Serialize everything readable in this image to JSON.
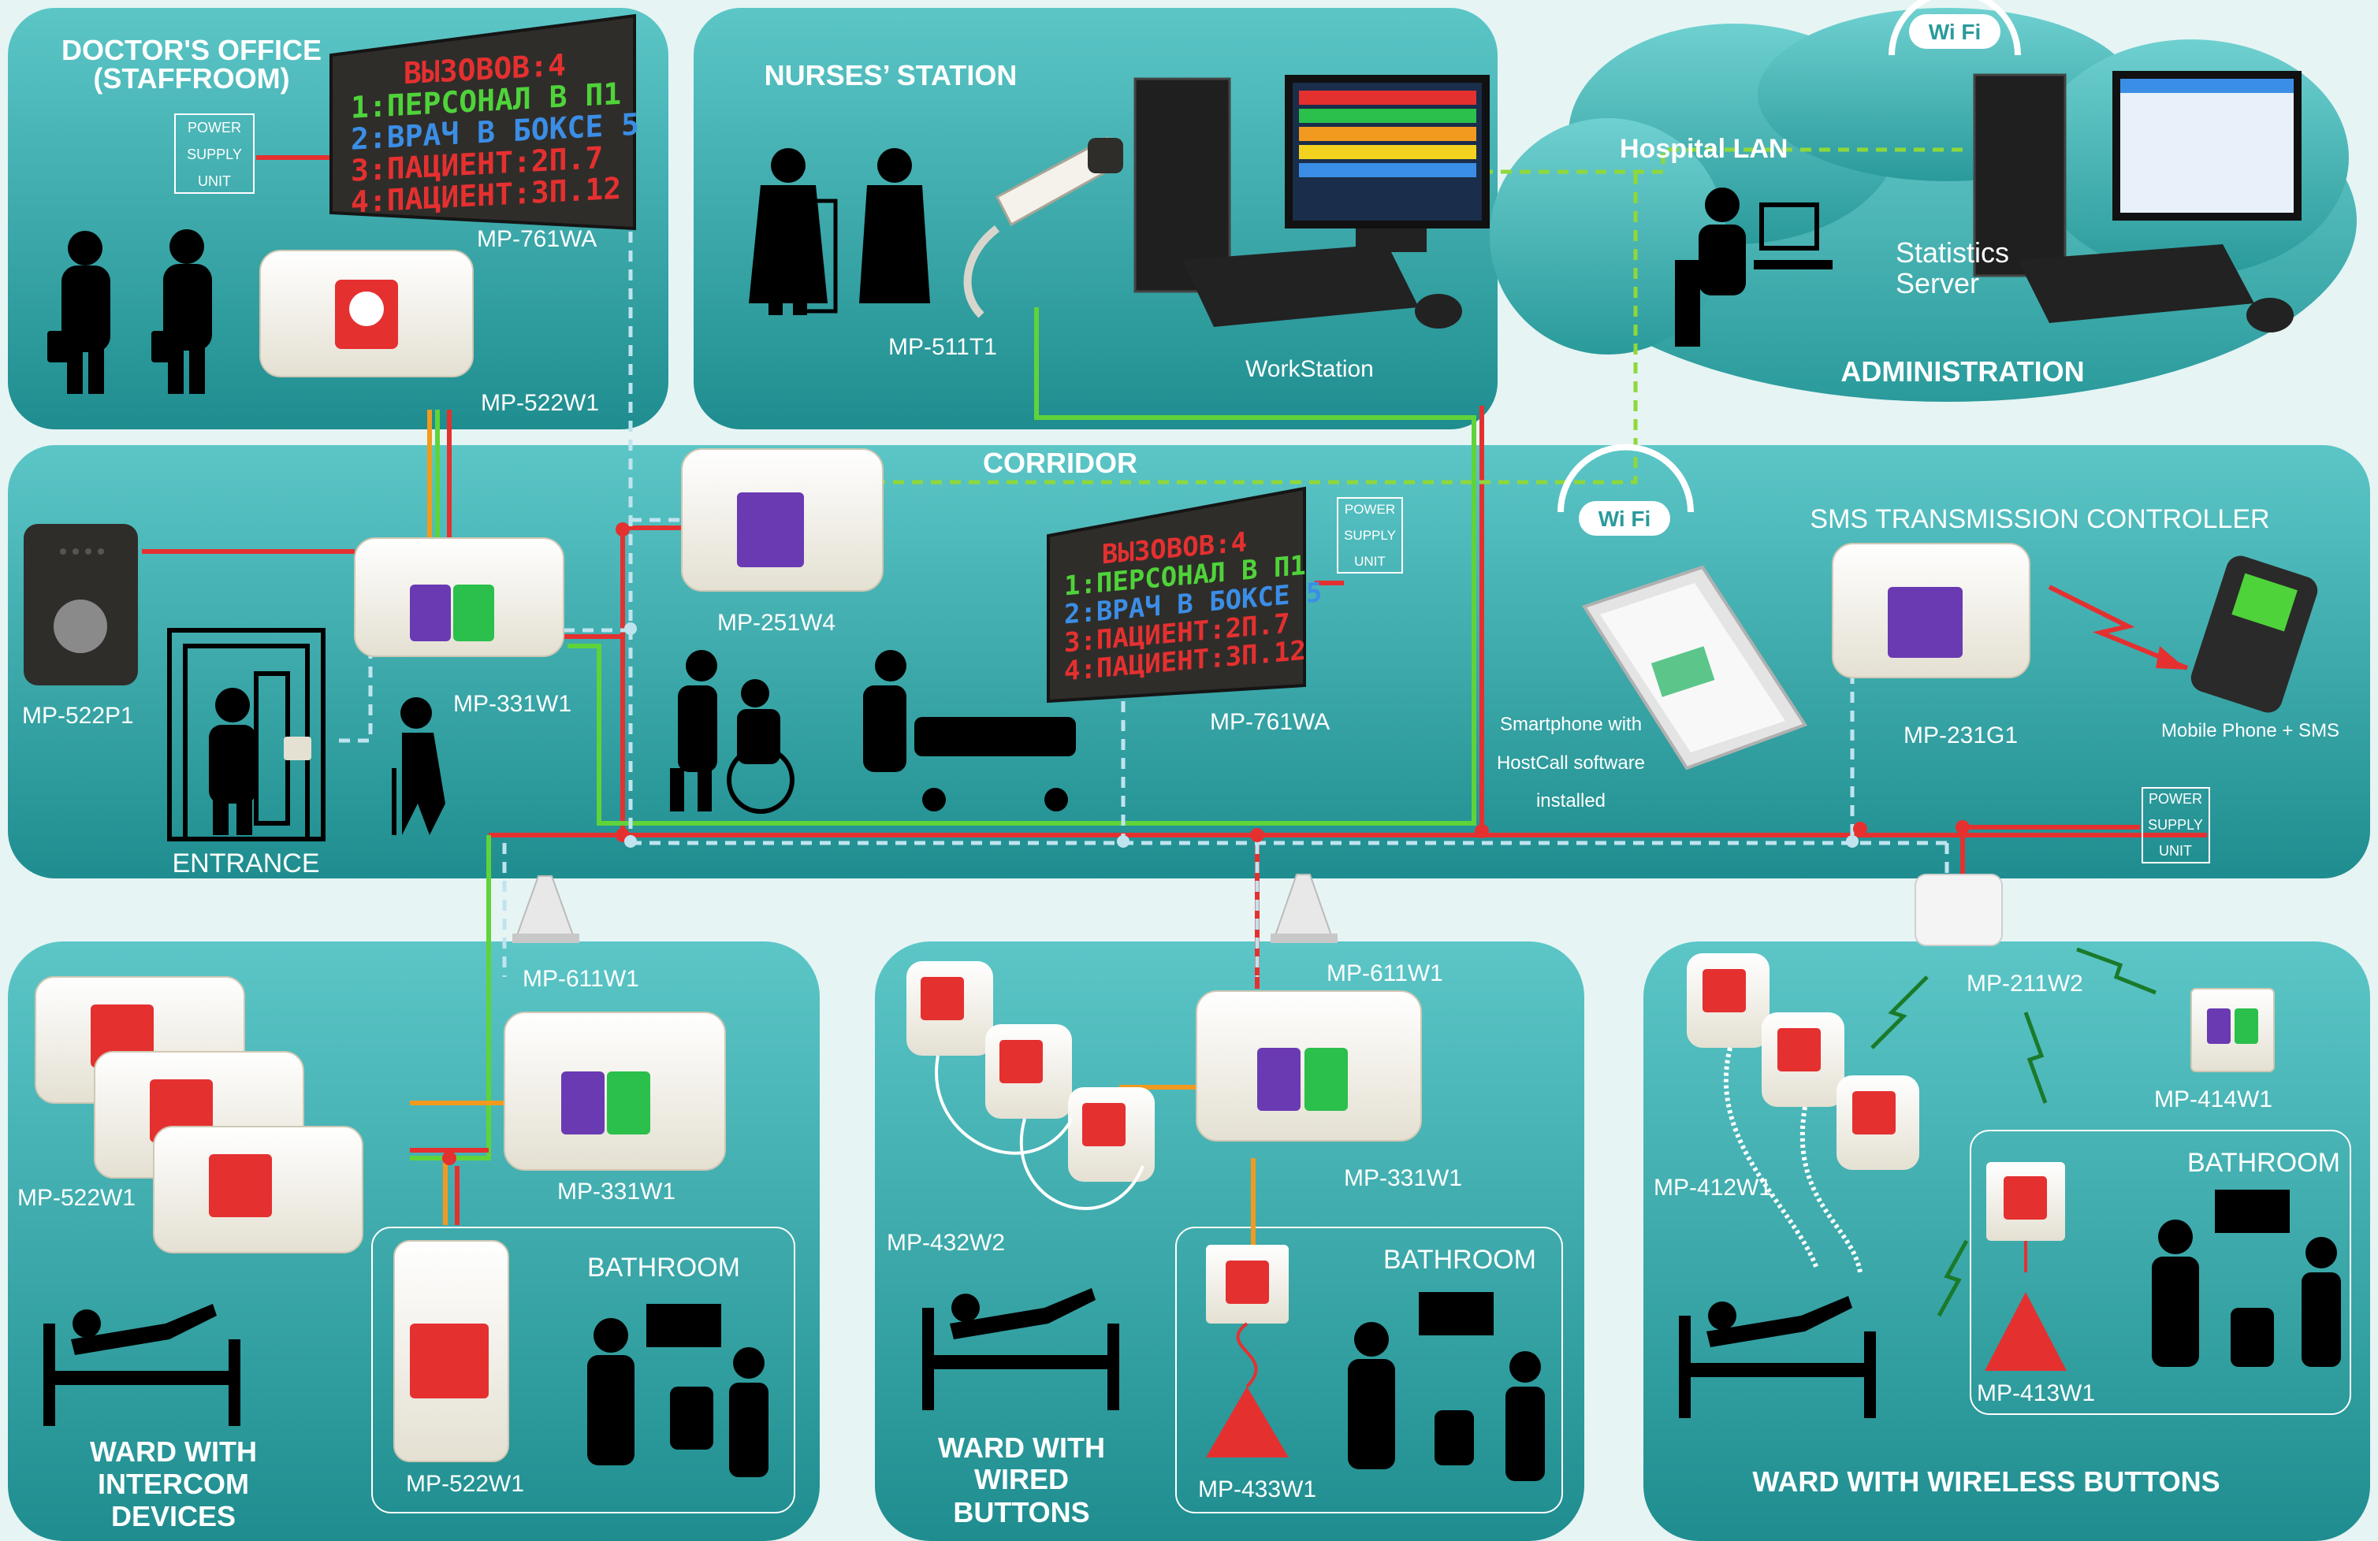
{
  "zones": {
    "doctors_office": {
      "title_line1": "DOCTOR'S OFFICE",
      "title_line2": "(STAFFROOM)"
    },
    "nurses_station": {
      "title": "NURSES’ STATION"
    },
    "administration": {
      "title": "ADMINISTRATION",
      "lan": "Hospital LAN",
      "server_line1": "Statistics",
      "server_line2": "Server"
    },
    "corridor": {
      "title": "CORRIDOR",
      "entrance": "ENTRANCE",
      "sms_title": "SMS TRANSMISSION CONTROLLER"
    },
    "ward_intercom": {
      "line1": "WARD WITH",
      "line2": "INTERCOM",
      "line3": "DEVICES"
    },
    "ward_wired": {
      "line1": "WARD WITH",
      "line2": "WIRED",
      "line3": "BUTTONS"
    },
    "ward_wireless": {
      "title": "WARD WITH WIRELESS BUTTONS"
    },
    "bathroom": "BATHROOM"
  },
  "psu": {
    "line1": "POWER",
    "line2": "SUPPLY",
    "line3": "UNIT"
  },
  "wifi": "Wi Fi",
  "led_display": {
    "line1": "ВЫЗОВОВ:4",
    "line2": "1:ПЕРСОНАЛ В П1",
    "line3": "2:ВРАЧ В БОКСЕ 5",
    "line4": "3:ПАЦИЕНТ:2П.7",
    "line5": "4:ПАЦИЕНТ:3П.12"
  },
  "devices": {
    "mp761wa_office": "MP-761WA",
    "mp522w1_office": "MP-522W1",
    "mp511t1": "MP-511T1",
    "workstation": "WorkStation",
    "mp522p1": "MP-522P1",
    "mp331w1_corridor": "MP-331W1",
    "mp251w4": "MP-251W4",
    "mp761wa_corridor": "MP-761WA",
    "smartphone_line1": "Smartphone with",
    "smartphone_line2": "HostCall software",
    "smartphone_line3": "installed",
    "mp231g1": "MP-231G1",
    "mobile": "Mobile Phone + SMS",
    "mp611w1_left": "MP-611W1",
    "mp611w1_mid": "MP-611W1",
    "mp522w1_ward": "MP-522W1",
    "mp331w1_ward1": "MP-331W1",
    "mp522w1_bath": "MP-522W1",
    "mp432w2": "MP-432W2",
    "mp331w1_ward2": "MP-331W1",
    "mp433w1": "MP-433W1",
    "mp211w2": "MP-211W2",
    "mp414w1": "MP-414W1",
    "mp412w1": "MP-412W1",
    "mp413w1": "MP-413W1"
  },
  "colors": {
    "panel": "#2a9a9b",
    "panel_light": "#5cc6c7",
    "background": "#e6f4f4",
    "wire_red": "#e53030",
    "wire_green": "#5fd33a",
    "wire_orange": "#f29a1f",
    "wire_dashed": "#bfe4f0",
    "lan_green": "#8fd83a"
  }
}
